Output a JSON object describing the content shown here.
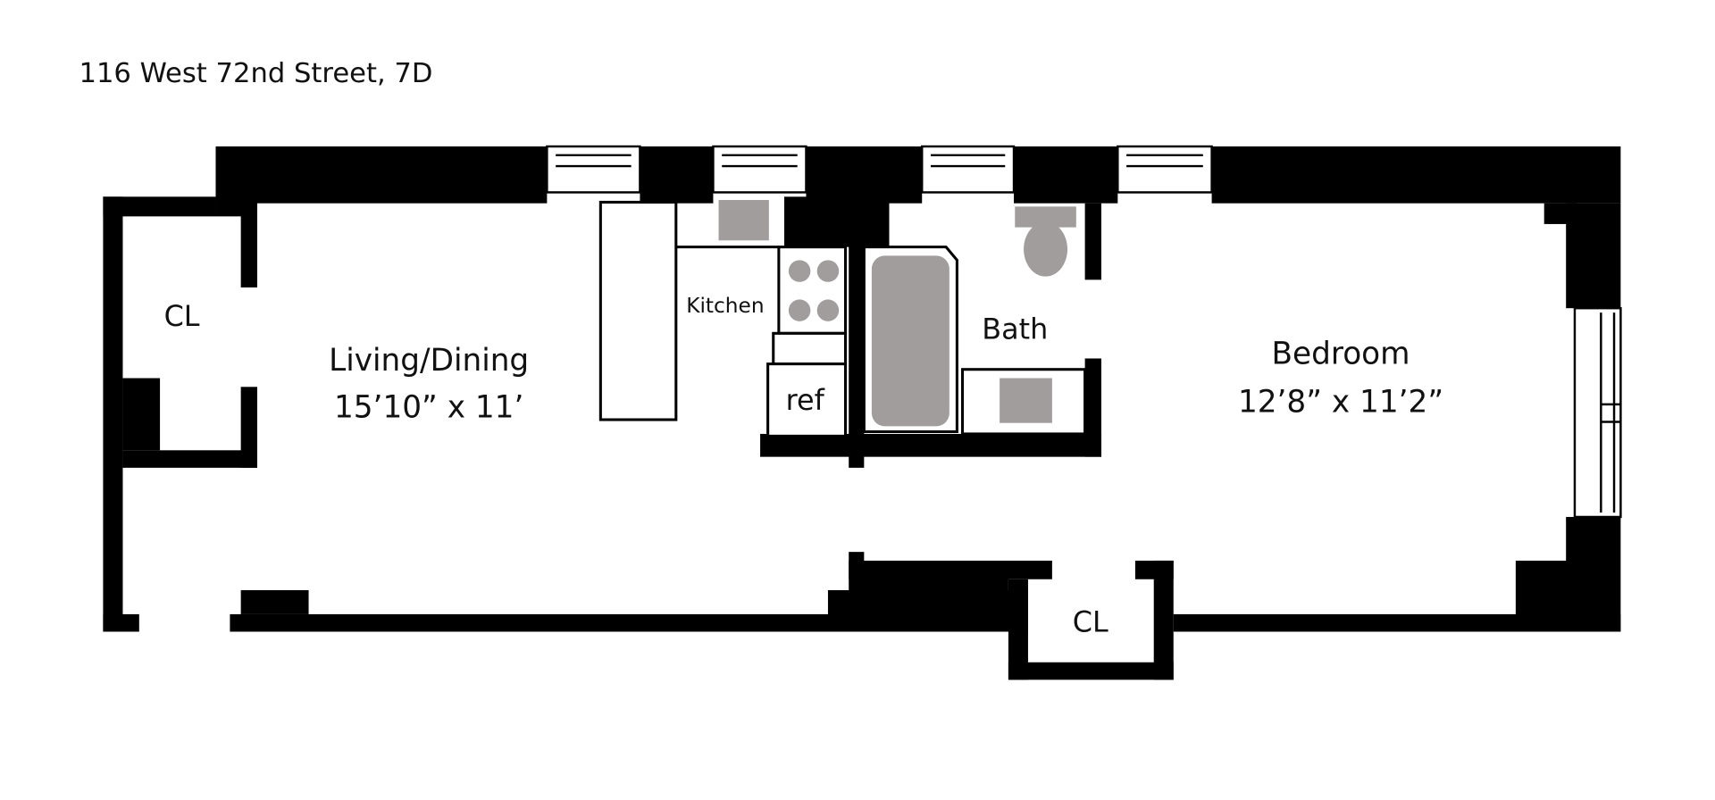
{
  "title": "116 West 72nd Street, 7D",
  "rooms": {
    "closet_left": "CL",
    "living_name": "Living/Dining",
    "living_size": "15’10” x 11’",
    "kitchen": "Kitchen",
    "ref": "ref",
    "bath": "Bath",
    "bedroom_name": "Bedroom",
    "bedroom_size": "12’8” x 11’2”",
    "closet_bottom": "CL"
  },
  "colors": {
    "wall": "#000000",
    "fixture": "#a19d9d"
  }
}
